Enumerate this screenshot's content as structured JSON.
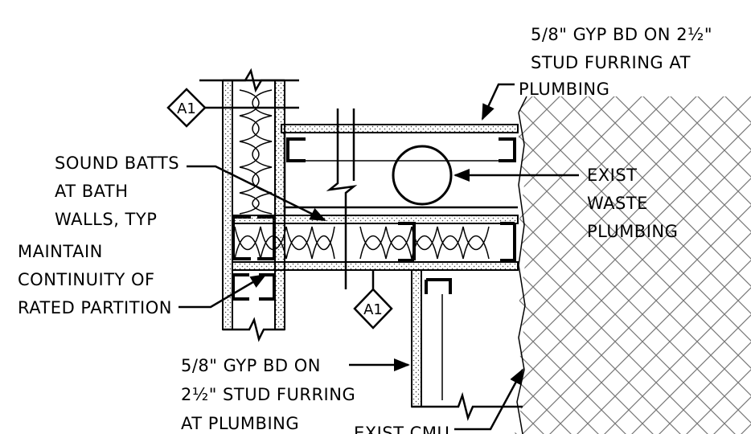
{
  "notes": {
    "gyp_top_line1": "5/8\" GYP BD ON 2½\"",
    "gyp_top_line2": "STUD FURRING AT",
    "gyp_top_line3": "PLUMBING",
    "sound_line1": "SOUND BATTS",
    "sound_line2": "AT BATH",
    "sound_line3": "WALLS, TYP",
    "maintain_line1": "MAINTAIN",
    "maintain_line2": "CONTINUITY OF",
    "maintain_line3": "RATED PARTITION",
    "waste_line1": "EXIST",
    "waste_line2": "WASTE",
    "waste_line3": "PLUMBING",
    "gyp_bottom_line1": "5/8\" GYP BD ON",
    "gyp_bottom_line2": "2½\" STUD FURRING",
    "gyp_bottom_line3": "AT PLUMBING",
    "cmu": "EXIST CMU"
  },
  "tags": {
    "tag_top": "A1",
    "tag_bottom": "A1"
  }
}
